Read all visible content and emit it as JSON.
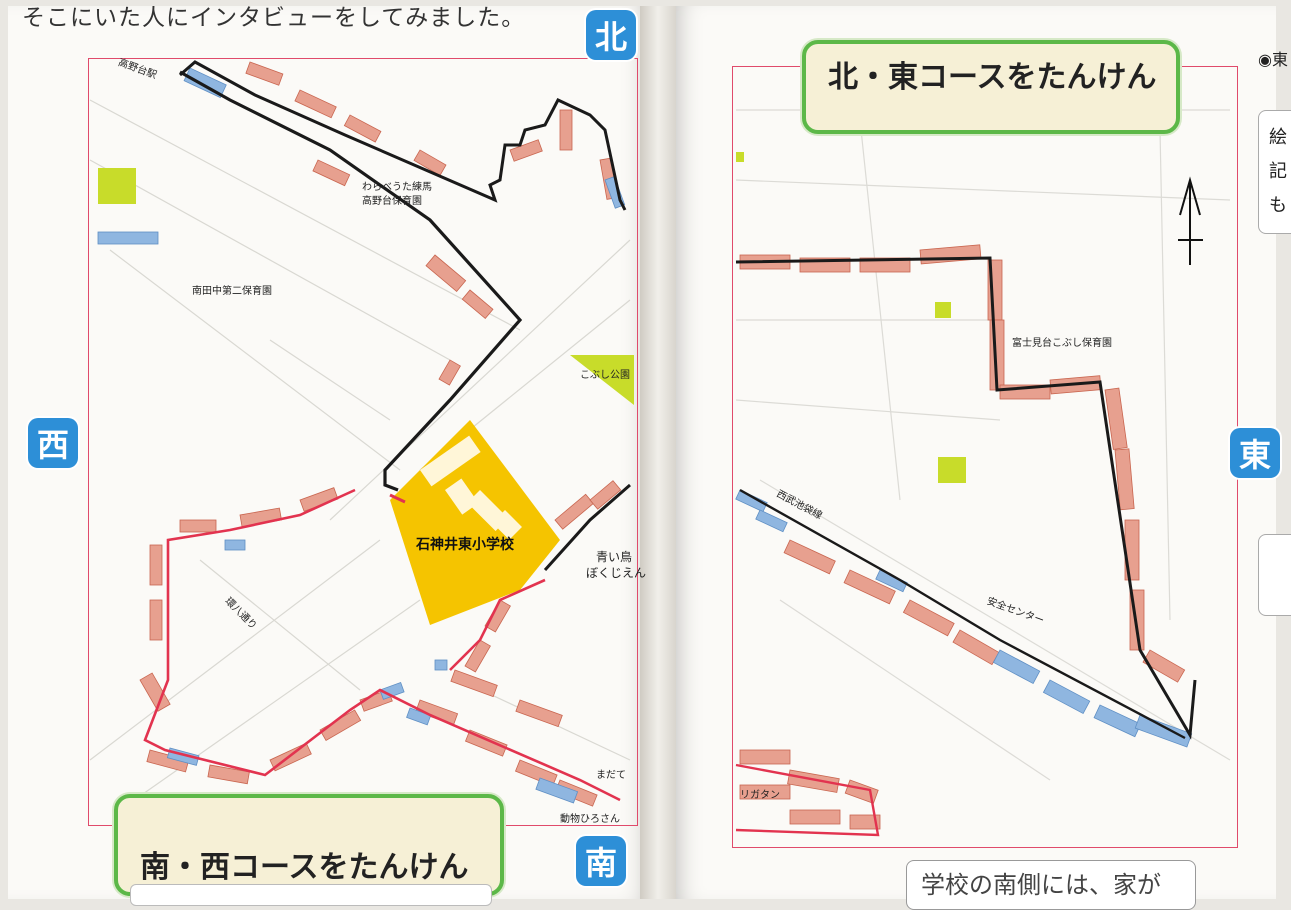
{
  "heading": "そこにいた人にインタビューをしてみました。",
  "compass": {
    "north": "北",
    "west": "西",
    "south": "南",
    "east": "東"
  },
  "courses": {
    "north_east": "北・東コースをたんけん",
    "south_west": "南・西コースをたんけん"
  },
  "map_labels": {
    "station": "高野台駅",
    "nursery_1": "わらべうた練馬",
    "nursery_1b": "高野台保育園",
    "nursery_2": "南田中第二保育園",
    "park": "こぶし公園",
    "street": "環八通り",
    "farm_1": "青い鳥",
    "farm_2": "ぼくじえん",
    "railway": "西武池袋線",
    "center": "安全センター",
    "nursery_3": "富士見台こぶし保育園",
    "south_1": "まだて",
    "south_2": "動物ひろさん",
    "south_3": "リガタン"
  },
  "school": "石神井東小学校",
  "right_sidebar": {
    "dot": "◉東",
    "chars": [
      "絵",
      "記",
      "も"
    ]
  },
  "bottom_caption": "学校の南側には、家が",
  "colors": {
    "route_black": "#1a1a1a",
    "route_red": "#e2334f",
    "house_red": "#e7a08f",
    "house_blue": "#8fb6e0",
    "school": "#f5c400",
    "green": "#c8dc2a",
    "compass": "#2d8fd7"
  }
}
